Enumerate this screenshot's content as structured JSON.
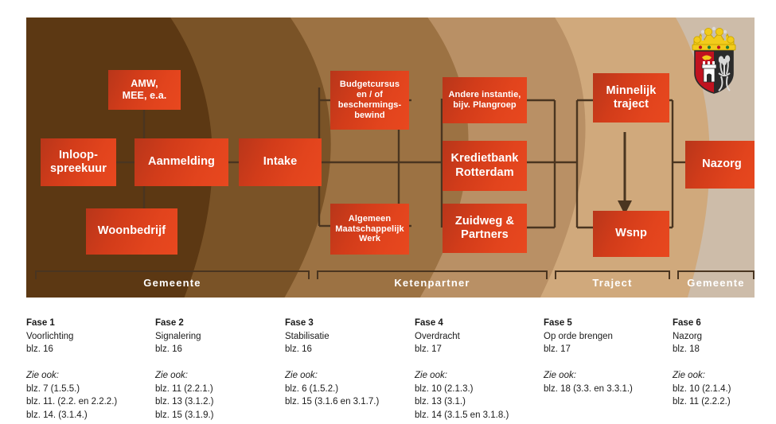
{
  "diagram": {
    "boxes": [
      {
        "id": "amw",
        "label": "AMW,\nMEE, e.a.",
        "size": "b-md"
      },
      {
        "id": "inloop",
        "label": "Inloop-\nspreekuur",
        "size": "b-lg"
      },
      {
        "id": "aanmelding",
        "label": "Aanmelding",
        "size": "b-lg"
      },
      {
        "id": "intake",
        "label": "Intake",
        "size": "b-lg"
      },
      {
        "id": "woonbedrijf",
        "label": "Woonbedrijf",
        "size": "b-lg"
      },
      {
        "id": "budgetcursus",
        "label": "Budgetcursus\nen / of\nbeschermings-\nbewind",
        "size": "b-sm"
      },
      {
        "id": "algemeen",
        "label": "Algemeen\nMaatschappelijk\nWerk",
        "size": "b-sm"
      },
      {
        "id": "andere",
        "label": "Andere instantie,\nbijv. Plangroep",
        "size": "b-sm"
      },
      {
        "id": "kredietbank",
        "label": "Kredietbank\nRotterdam",
        "size": "b-lg"
      },
      {
        "id": "zuidweg",
        "label": "Zuidweg &\nPartners",
        "size": "b-lg"
      },
      {
        "id": "minnelijk",
        "label": "Minnelijk\ntraject",
        "size": "b-lg"
      },
      {
        "id": "wsnp",
        "label": "Wsnp",
        "size": "b-lg"
      },
      {
        "id": "nazorg",
        "label": "Nazorg",
        "size": "b-lg"
      }
    ],
    "groups": [
      {
        "id": "g1",
        "label": "Gemeente"
      },
      {
        "id": "g2",
        "label": "Ketenpartner"
      },
      {
        "id": "g3",
        "label": "Traject"
      },
      {
        "id": "g4",
        "label": "Gemeente"
      }
    ],
    "crest_alt": "coat-of-arms",
    "band_colors": [
      "#5C3813",
      "#7A5327",
      "#9C7243",
      "#B99065",
      "#D0A97C",
      "#CDBCA9"
    ],
    "box_color": "#D83C1A"
  },
  "footer": {
    "columns": [
      {
        "title": "Fase 1",
        "name": "Voorlichting",
        "page": "blz. 16",
        "see_also_label": "Zie ook:",
        "refs": [
          "blz. 7 (1.5.5.)",
          "blz. 11. (2.2. en 2.2.2.)",
          "blz. 14. (3.1.4.)"
        ]
      },
      {
        "title": "Fase 2",
        "name": "Signalering",
        "page": "blz. 16",
        "see_also_label": "Zie ook:",
        "refs": [
          "blz. 11 (2.2.1.)",
          "blz. 13 (3.1.2.)",
          "blz. 15 (3.1.9.)"
        ]
      },
      {
        "title": "Fase 3",
        "name": "Stabilisatie",
        "page": "blz. 16",
        "see_also_label": "Zie ook:",
        "refs": [
          "blz. 6 (1.5.2.)",
          "blz. 15 (3.1.6 en 3.1.7.)"
        ]
      },
      {
        "title": "Fase 4",
        "name": "Overdracht",
        "page": "blz. 17",
        "see_also_label": "Zie ook:",
        "refs": [
          "blz. 10 (2.1.3.)",
          "blz. 13 (3.1.)",
          "blz. 14 (3.1.5 en 3.1.8.)"
        ]
      },
      {
        "title": "Fase 5",
        "name": "Op orde brengen",
        "page": "blz. 17",
        "see_also_label": "Zie ook:",
        "refs": [
          "blz. 18 (3.3. en 3.3.1.)"
        ]
      },
      {
        "title": "Fase 6",
        "name": "Nazorg",
        "page": "blz. 18",
        "see_also_label": "Zie ook:",
        "refs": [
          "blz. 10 (2.1.4.)",
          "blz. 11 (2.2.2.)"
        ]
      }
    ]
  }
}
